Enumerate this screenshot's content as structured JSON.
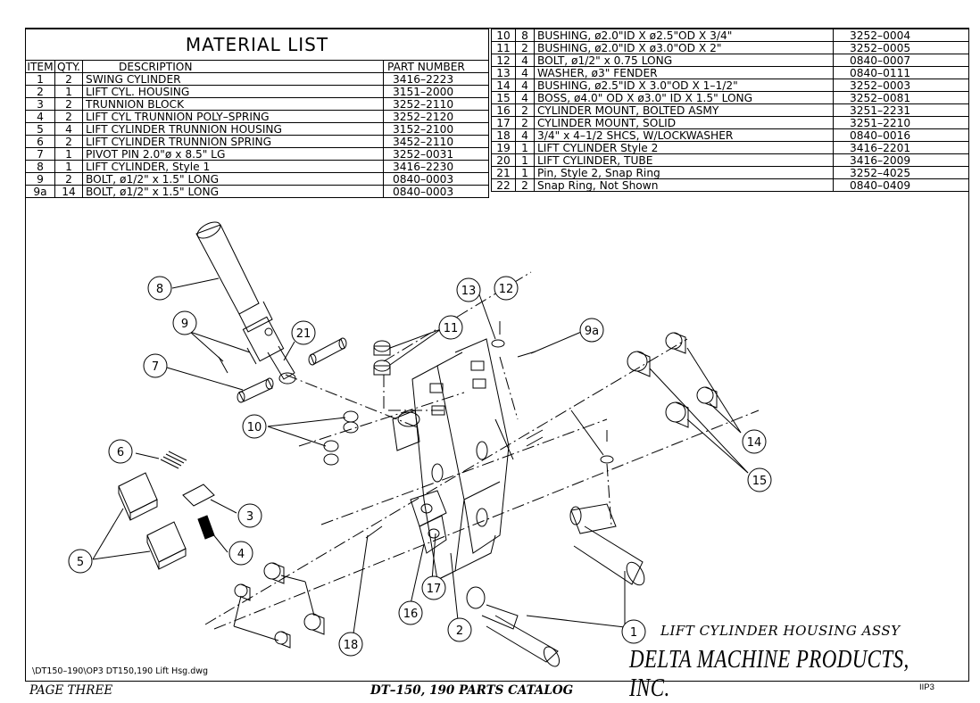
{
  "material_list": {
    "title": "MATERIAL LIST",
    "headers": {
      "item": "ITEM",
      "qty": "QTY.",
      "description": "DESCRIPTION",
      "part_number": "PART NUMBER"
    },
    "rows": [
      {
        "item": "1",
        "qty": "2",
        "description": "SWING CYLINDER",
        "part": "3416–2223"
      },
      {
        "item": "2",
        "qty": "1",
        "description": "LIFT CYL. HOUSING",
        "part": "3151–2000"
      },
      {
        "item": "3",
        "qty": "2",
        "description": "TRUNNION BLOCK",
        "part": "3252–2110"
      },
      {
        "item": "4",
        "qty": "2",
        "description": "LIFT CYL TRUNNION POLY–SPRING",
        "part": "3252–2120"
      },
      {
        "item": "5",
        "qty": "4",
        "description": "LIFT CYLINDER TRUNNION HOUSING",
        "part": "3152–2100"
      },
      {
        "item": "6",
        "qty": "2",
        "description": "LIFT CYLINDER TRUNNION SPRING",
        "part": "3452–2110"
      },
      {
        "item": "7",
        "qty": "1",
        "description": "PIVOT PIN 2.0\"ø x 8.5\" LG",
        "part": "3252–0031"
      },
      {
        "item": "8",
        "qty": "1",
        "description": "LIFT CYLINDER, Style 1",
        "part": "3416–2230"
      },
      {
        "item": "9",
        "qty": "2",
        "description": "BOLT, ø1/2\" x 1.5\" LONG",
        "part": "0840–0003"
      },
      {
        "item": "9a",
        "qty": "14",
        "description": "BOLT, ø1/2\" x 1.5\" LONG",
        "part": "0840–0003"
      }
    ],
    "rows_right": [
      {
        "item": "10",
        "qty": "8",
        "description": "BUSHING, ø2.0\"ID X ø2.5\"OD X 3/4\"",
        "part": "3252–0004"
      },
      {
        "item": "11",
        "qty": "2",
        "description": "BUSHING, ø2.0\"ID X ø3.0\"OD X 2\"",
        "part": "3252–0005"
      },
      {
        "item": "12",
        "qty": "4",
        "description": "BOLT, ø1/2\" x 0.75 LONG",
        "part": "0840–0007"
      },
      {
        "item": "13",
        "qty": "4",
        "description": "WASHER, ø3\" FENDER",
        "part": "0840–0111"
      },
      {
        "item": "14",
        "qty": "4",
        "description": "BUSHING, ø2.5\"ID X 3.0\"OD X 1–1/2\"",
        "part": "3252–0003"
      },
      {
        "item": "15",
        "qty": "4",
        "description": "BOSS, ø4.0\" OD X ø3.0\" ID X 1.5\" LONG",
        "part": "3252–0081"
      },
      {
        "item": "16",
        "qty": "2",
        "description": "CYLINDER MOUNT, BOLTED ASMY",
        "part": "3251–2231"
      },
      {
        "item": "17",
        "qty": "2",
        "description": "CYLINDER MOUNT, SOLID",
        "part": "3251–2210"
      },
      {
        "item": "18",
        "qty": "4",
        "description": "3/4\" x 4–1/2 SHCS, W/LOCKWASHER",
        "part": "0840–0016"
      },
      {
        "item": "19",
        "qty": "1",
        "description": "LIFT CYLINDER Style 2",
        "part": "3416–2201"
      },
      {
        "item": "20",
        "qty": "1",
        "description": "LIFT CYLINDER, TUBE",
        "part": "3416–2009"
      },
      {
        "item": "21",
        "qty": "1",
        "description": " Pin, Style 2, Snap Ring",
        "part": "3252–4025"
      },
      {
        "item": "22",
        "qty": "2",
        "description": " Snap Ring, Not Shown",
        "part": "0840–0409"
      }
    ]
  },
  "balloons": [
    "8",
    "9",
    "21",
    "7",
    "10",
    "6",
    "5",
    "3",
    "4",
    "11",
    "13",
    "12",
    "9a",
    "14",
    "15",
    "1",
    "2",
    "16",
    "17",
    "18"
  ],
  "drawing": {
    "file_path": "\\DT150–190\\OP3 DT150,190 Lift Hsg.dwg",
    "assembly_title": "LIFT CYLINDER HOUSING ASSY",
    "company": "DELTA MACHINE PRODUCTS, INC."
  },
  "footer": {
    "page": "PAGE THREE",
    "catalog": "DT–150, 190 PARTS CATALOG",
    "code": "IIP3"
  }
}
